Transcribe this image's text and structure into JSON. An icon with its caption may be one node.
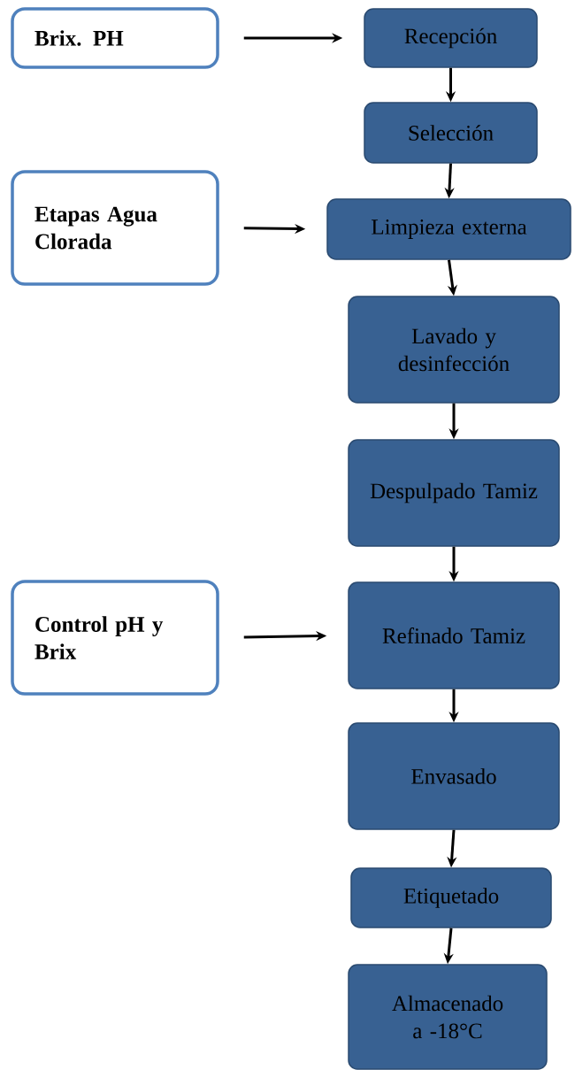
{
  "diagram": {
    "nodes": [
      {
        "text": [
          "Brix. PH"
        ]
      },
      {
        "text": [
          "Recepción"
        ]
      },
      {
        "text": [
          "Selección"
        ]
      },
      {
        "text": [
          "Etapas Agua Clorada"
        ]
      },
      {
        "text": [
          "Limpieza externa"
        ]
      },
      {
        "text": [
          "Lavado y desinfección"
        ]
      },
      {
        "text": [
          "Despulpado Tamiz"
        ]
      },
      {
        "text": [
          "Control pH y Brix"
        ]
      },
      {
        "text": [
          "Refinado Tamiz"
        ]
      },
      {
        "text": [
          "Envasado"
        ]
      },
      {
        "text": [
          "Etiquetado"
        ]
      },
      {
        "text": [
          "Almacenado a -18°C"
        ]
      }
    ],
    "edges": [
      {
        "from": 0,
        "to": 1,
        "arrow": "to"
      },
      {
        "from": 1,
        "to": 2,
        "arrow": "to"
      },
      {
        "from": 2,
        "to": 4,
        "arrow": "to"
      },
      {
        "from": 3,
        "to": 4,
        "arrow": "to"
      },
      {
        "from": 4,
        "to": 5,
        "arrow": "to"
      },
      {
        "from": 5,
        "to": 6,
        "arrow": "to"
      },
      {
        "from": 6,
        "to": 8,
        "arrow": "to"
      },
      {
        "from": 7,
        "to": 8,
        "arrow": "to"
      },
      {
        "from": 8,
        "to": 9,
        "arrow": "to"
      },
      {
        "from": 9,
        "to": 10,
        "arrow": "to"
      },
      {
        "from": 10,
        "to": 11,
        "arrow": "to"
      }
    ]
  }
}
